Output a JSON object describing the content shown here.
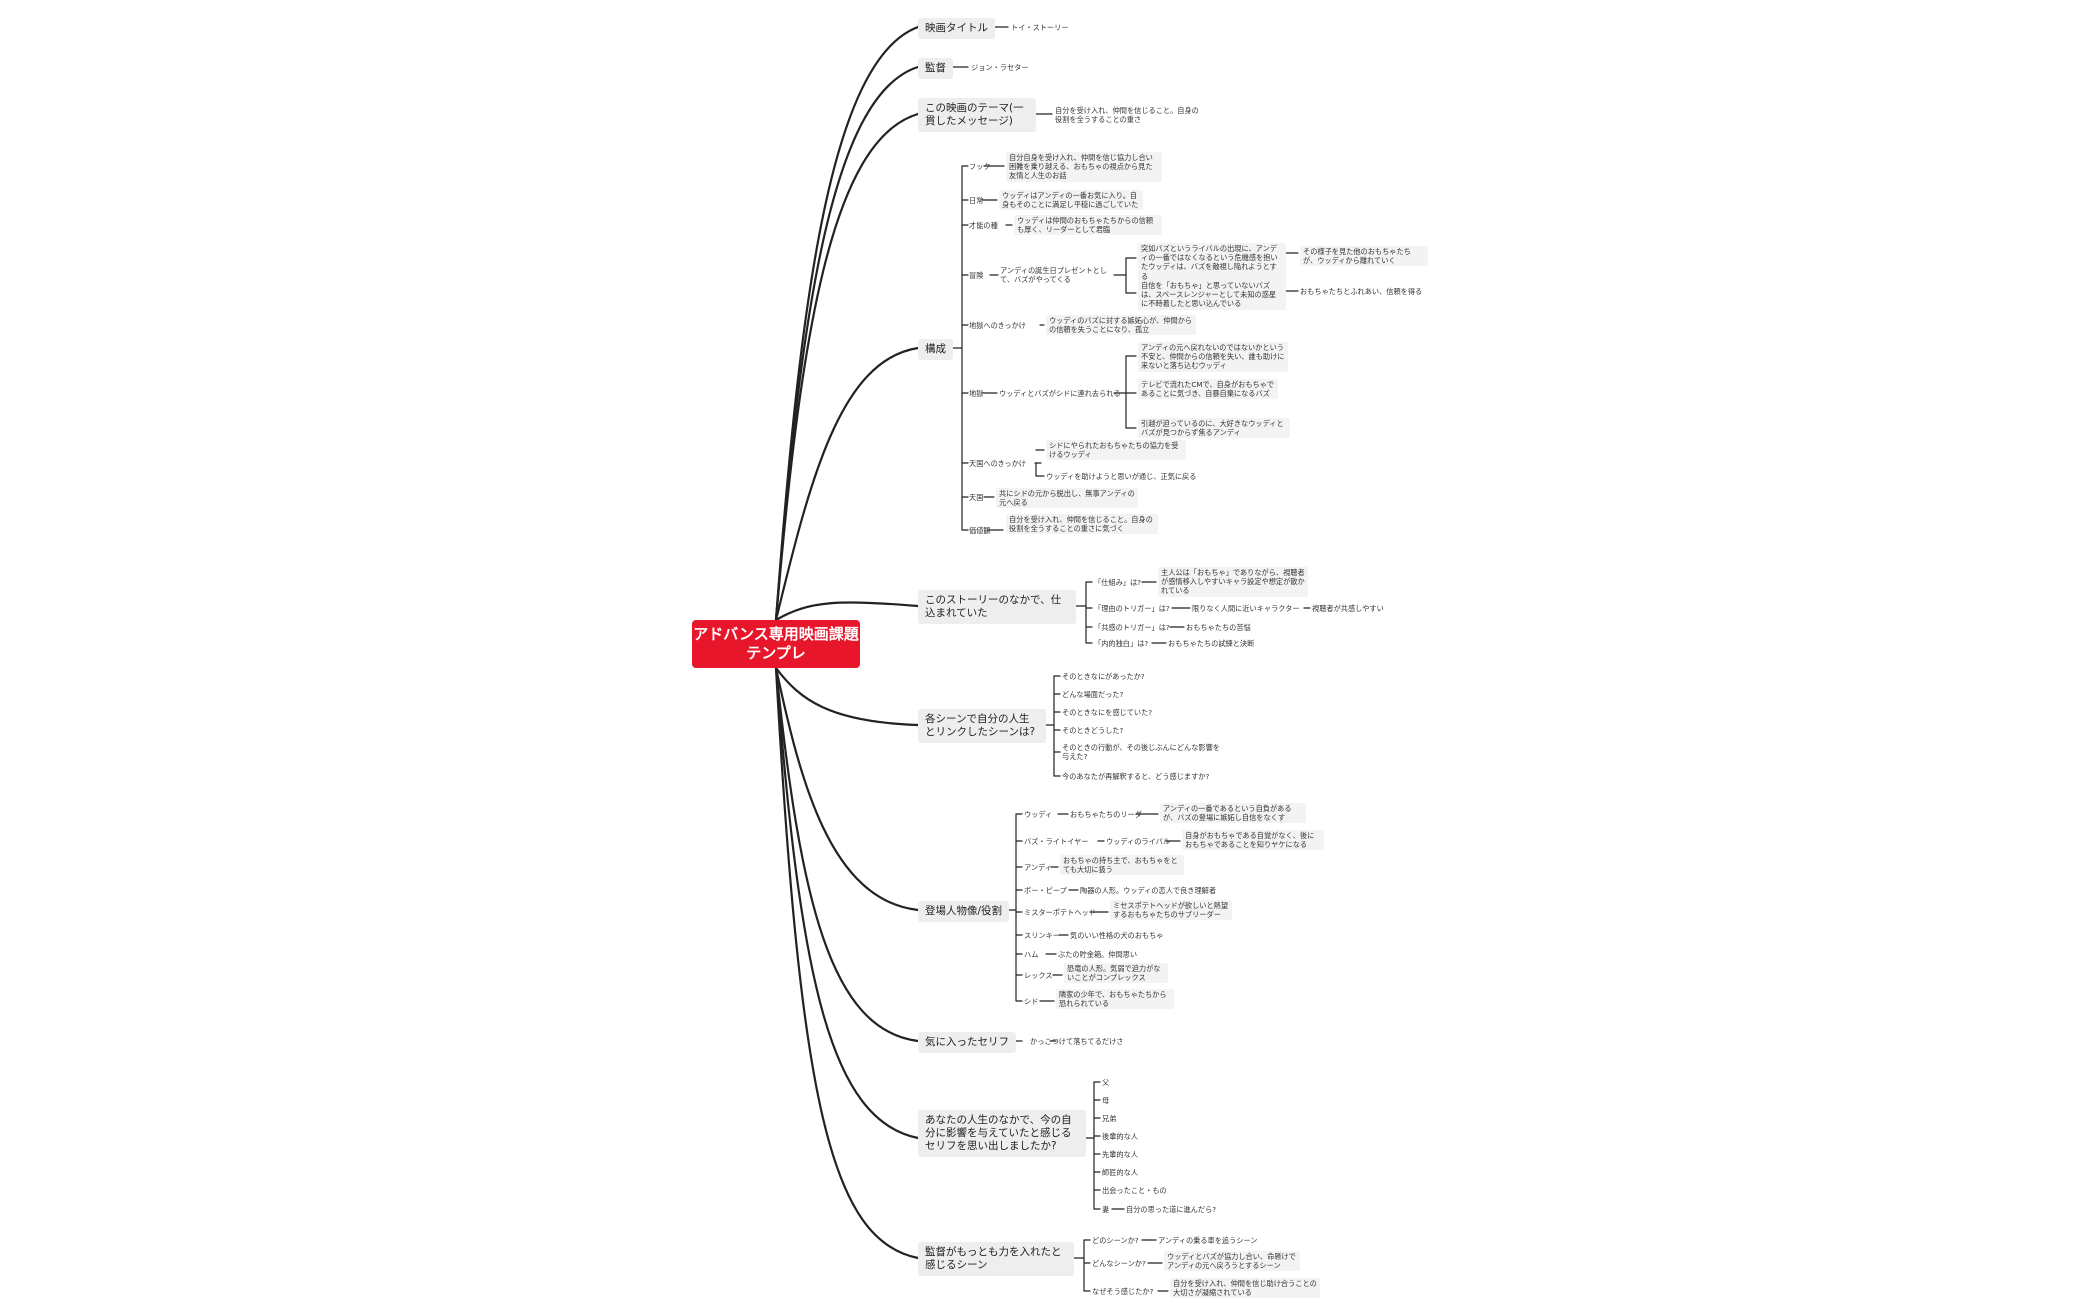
{
  "mindmap": {
    "root": "アドバンス専用映画課題テンプレ",
    "title": {
      "label": "映画タイトル",
      "value": "トイ・ストーリー"
    },
    "director": {
      "label": "監督",
      "value": "ジョン・ラセター"
    },
    "theme": {
      "label": "この映画のテーマ(一貫したメッセージ)",
      "value": "自分を受け入れ、仲間を信じること。自身の役割を全うすることの重さ"
    },
    "structure": {
      "label": "構成",
      "hook": {
        "label": "フック",
        "value": "自分自身を受け入れ、仲間を信じ協力し合い困難を乗り越える、おもちゃの視点から見た友情と人生のお話"
      },
      "daily": {
        "label": "日常",
        "value": "ウッディはアンディの一番お気に入り。自身もそのことに満足し平穏に過ごしていた"
      },
      "talent": {
        "label": "才能の種",
        "value": "ウッディは仲間のおもちゃたちからの信頼も厚く、リーダーとして君臨"
      },
      "adventure": {
        "label": "冒険",
        "value": "アンディの誕生日プレゼントとして、バズがやってくる",
        "c1": "突如バズというライバルの出現に、アンディの一番ではなくなるという危機感を抱いたウッディは、バズを敵視し陥れようとする",
        "c1r": "その様子を見た他のおもちゃたちが、ウッディから離れていく",
        "c2": "自信を「おもちゃ」と思っていないバズは、スペースレンジャーとして未知の惑星に不時着したと思い込んでいる",
        "c2r": "おもちゃたちとふれあい、信頼を得る"
      },
      "hellTrigger": {
        "label": "地獄へのきっかけ",
        "value": "ウッディのバズに対する嫉妬心が、仲間からの信頼を失うことになり、孤立"
      },
      "hell": {
        "label": "地獄",
        "value": "ウッディとバズがシドに連れ去られる",
        "c1": "アンディの元へ戻れないのではないかという不安と、仲間からの信頼を失い、誰も助けに来ないと落ち込むウッディ",
        "c2": "テレビで流れたCMで、自身がおもちゃであることに気づき、自暴自棄になるバズ",
        "c3": "引越が迫っているのに、大好きなウッディとバズが見つからず焦るアンディ"
      },
      "heavenTrigger": {
        "label": "天国へのきっかけ",
        "c1": "シドにやられたおもちゃたちの協力を受けるウッディ",
        "c2": "ウッディを助けようと思いが通じ、正気に戻る"
      },
      "heaven": {
        "label": "天国",
        "value": "共にシドの元から脱出し、無事アンディの元へ戻る"
      },
      "resolution": {
        "label": "価値観",
        "value": "自分を受け入れ、仲間を信じること。自身の役割を全うすることの重さに気づく"
      }
    },
    "setup": {
      "label": "このストーリーのなかで、仕込まれていた",
      "q1": "「仕組み」は?",
      "a1": "主人公は「おもちゃ」でありながら、視聴者が感情移入しやすいキャラ設定や想定が散かれている",
      "q2": "「理由のトリガー」は?",
      "a2": "限りなく人間に近いキャラクター",
      "a2r": "視聴者が共感しやすい",
      "q3": "「共感のトリガー」は?",
      "a3": "おもちゃたちの苦悩",
      "q4": "「内的独白」は?",
      "a4": "おもちゃたちの試練と決断"
    },
    "scenes": {
      "label": "各シーンで自分の人生とリンクしたシーンは?",
      "items": [
        "そのときなにがあったか?",
        "どんな場面だった?",
        "そのときなにを感じていた?",
        "そのときどうした?",
        "そのときの行動が、その後じぶんにどんな影響を与えた?",
        "今のあなたが再解釈すると、どう感じますか?"
      ]
    },
    "characters": {
      "label": "登場人物像/役割",
      "woody": {
        "name": "ウッディ",
        "role": "おもちゃたちのリーダー",
        "detail": "アンディの一番であるという自負があるが、バズの登場に嫉妬し自信をなくす"
      },
      "buzz": {
        "name": "バズ・ライトイヤー",
        "role": "ウッディのライバル",
        "detail": "自身がおもちゃである自覚がなく、後におもちゃであることを知りヤケになる"
      },
      "andy": {
        "name": "アンディ",
        "role": "おもちゃの持ち主で、おもちゃをとても大切に扱う"
      },
      "bo": {
        "name": "ボー・ピープ",
        "role": "陶器の人形。ウッディの恋人で良き理解者"
      },
      "potato": {
        "name": "ミスターポテトヘッド",
        "role": "ミセスポテトヘッドが欲しいと熱望するおもちゃたちのサブリーダー"
      },
      "slinky": {
        "name": "スリンキー",
        "role": "気のいい性格の犬のおもちゃ"
      },
      "hamm": {
        "name": "ハム",
        "role": "ぶたの貯金箱。仲間思い"
      },
      "rex": {
        "name": "レックス",
        "role": "恐竜の人形。気弱で迫力がないことがコンプレックス"
      },
      "sid": {
        "name": "シド",
        "role": "隣家の少年で、おもちゃたちから恐れられている"
      }
    },
    "favoriteLine": {
      "label": "気に入ったセリフ",
      "value": "かっこつけて落ちてるだけさ"
    },
    "lifeLine": {
      "label": "あなたの人生のなかで、今の自分に影響を与えていたと感じるセリフを思い出しましたか?",
      "items": [
        "父",
        "母",
        "兄弟",
        "後輩的な人",
        "先輩的な人",
        "師匠的な人",
        "出会ったこと・もの",
        "妻"
      ],
      "wifeDetail": "自分の思った道に進んだら?"
    },
    "directorFocus": {
      "label": "監督がもっとも力を入れたと感じるシーン",
      "q1": "どのシーンか?",
      "a1": "アンディの乗る車を追うシーン",
      "q2": "どんなシーンか?",
      "a2": "ウッディとバズが協力し合い、命懸けでアンディの元へ戻ろうとするシーン",
      "q3": "なぜそう感じたか?",
      "a3": "自分を受け入れ、仲間を信じ助け合うことの大切さが凝縮されている"
    }
  }
}
